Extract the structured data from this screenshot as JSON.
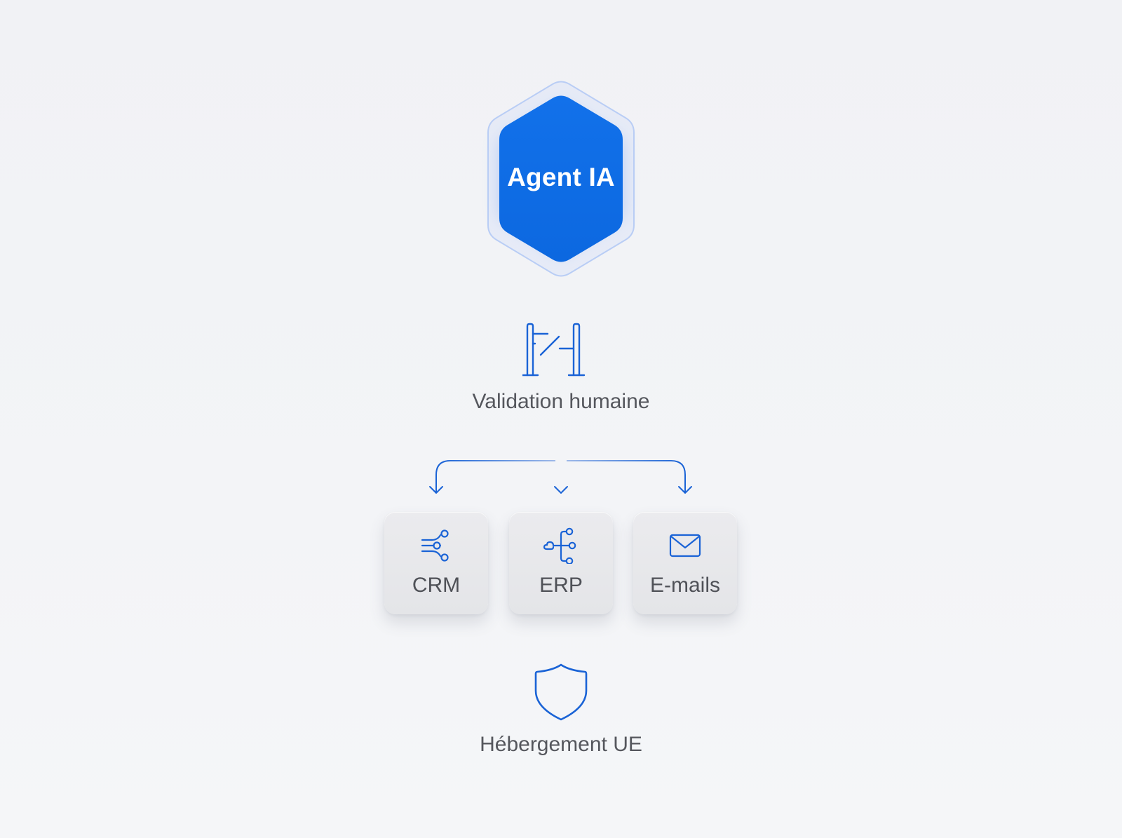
{
  "diagram": {
    "agent": {
      "label": "Agent IA",
      "color": "#0f6ee6",
      "glow_color": "#8fb4f3"
    },
    "validation": {
      "label": "Validation humaine",
      "icon": "gate-icon"
    },
    "systems": [
      {
        "label": "CRM",
        "icon": "crm-icon"
      },
      {
        "label": "ERP",
        "icon": "erp-icon"
      },
      {
        "label": "E-mails",
        "icon": "envelope-icon"
      }
    ],
    "hosting": {
      "label": "Hébergement UE",
      "icon": "shield-icon"
    },
    "accent_color": "#1a63d6",
    "text_color": "#55575d"
  }
}
